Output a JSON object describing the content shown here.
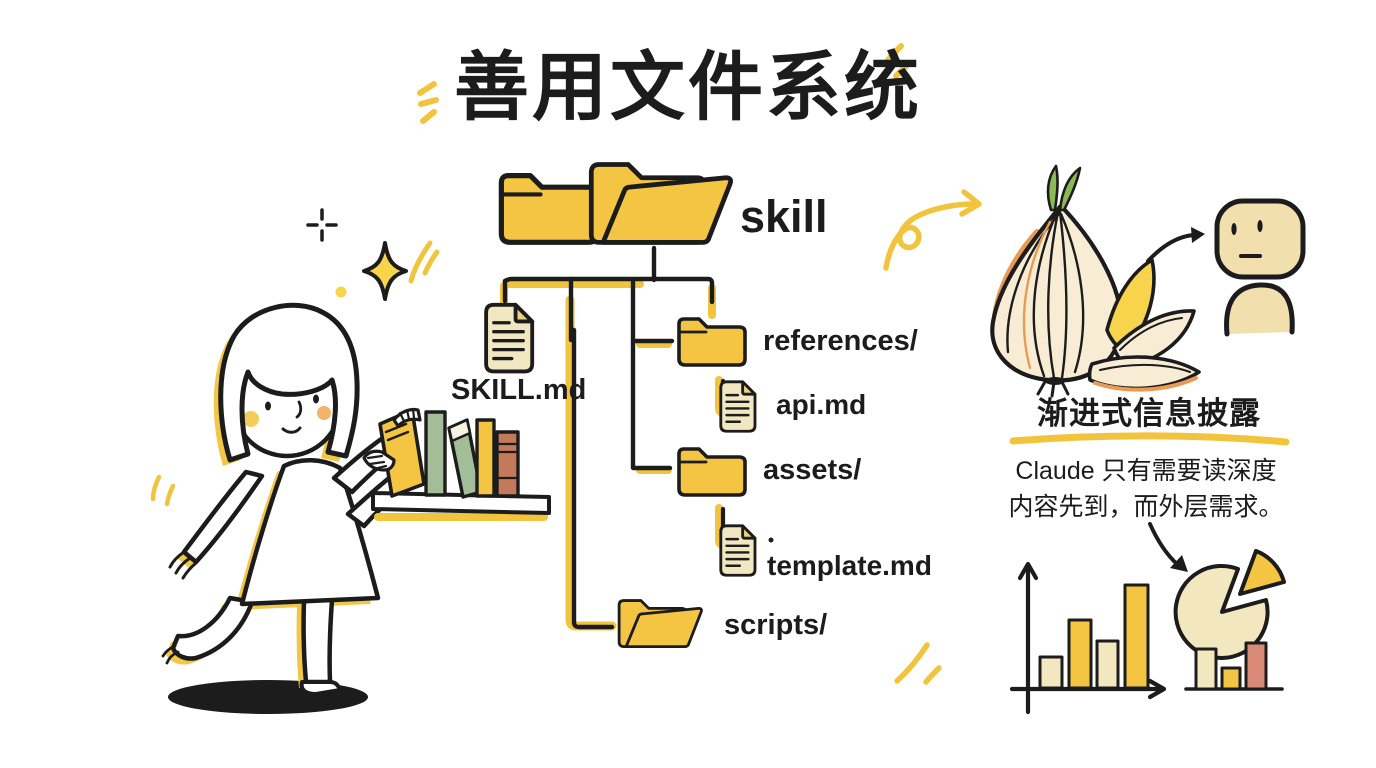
{
  "title": "善用文件系统",
  "tree": {
    "root_label": "skill",
    "nodes": [
      {
        "label": "SKILL.md",
        "type": "file"
      },
      {
        "label": "references/",
        "type": "folder"
      },
      {
        "label": "api.md",
        "type": "file"
      },
      {
        "label": "assets/",
        "type": "folder"
      },
      {
        "label": "template.md",
        "type": "file"
      },
      {
        "label": "scripts/",
        "type": "folder"
      }
    ]
  },
  "right_panel": {
    "heading": "渐进式信息披露",
    "caption_line1": "Claude 只有需要读深度",
    "caption_line2": "内容先到，而外层需求。"
  },
  "icons": {
    "folder-icon": "yellow hand-drawn folder",
    "document-icon": "cream page with folded corner and text lines",
    "onion-icon": "peeled onion with green sprout",
    "person-icon": "simple beige figure with dot eyes",
    "bar-chart-icon": "hand-drawn axes with four bars",
    "pie-chart-icon": "pie with exploded yellow slice",
    "mini-bar-chart-icon": "three small bars on a baseline",
    "sparkle-star-icon": "four-point yellow star",
    "curly-arrow-icon": "yellow looping arrow",
    "girl-illustration": "girl placing a book on a shelf"
  },
  "decorative_charts": {
    "bar_chart": {
      "type": "bar",
      "bars": [
        {
          "color": "cream",
          "rel_height": 0.3
        },
        {
          "color": "yellow",
          "rel_height": 0.66
        },
        {
          "color": "cream",
          "rel_height": 0.46
        },
        {
          "color": "yellow",
          "rel_height": 1.0
        }
      ]
    },
    "pie_chart": {
      "type": "pie",
      "slices": [
        {
          "color": "cream",
          "fraction": 0.85,
          "exploded": false
        },
        {
          "color": "yellow",
          "fraction": 0.15,
          "exploded": true
        }
      ]
    },
    "mini_bar_chart": {
      "type": "bar",
      "bars": [
        {
          "color": "cream",
          "rel_height": 0.87
        },
        {
          "color": "yellow",
          "rel_height": 0.46
        },
        {
          "color": "red",
          "rel_height": 1.0
        }
      ]
    }
  },
  "colors": {
    "ink": "#1c1c1c",
    "folder-yellow": "#f4c542",
    "accent-yellow": "#f2c33d",
    "doc-cream": "#f1e7c1",
    "doc-fold": "#e9d380",
    "onion-cream": "#f8edd4",
    "onion-orange": "#e89b55",
    "petal-yellow": "#f8d44c",
    "sprout-green": "#8cb954",
    "skin-beige": "#f1dfae",
    "pie-cream": "#f2e7bf",
    "bar-red": "#d98a76",
    "book-green": "#a3bd98",
    "book-brown": "#c47a5a",
    "paper-white": "#ffffff"
  }
}
